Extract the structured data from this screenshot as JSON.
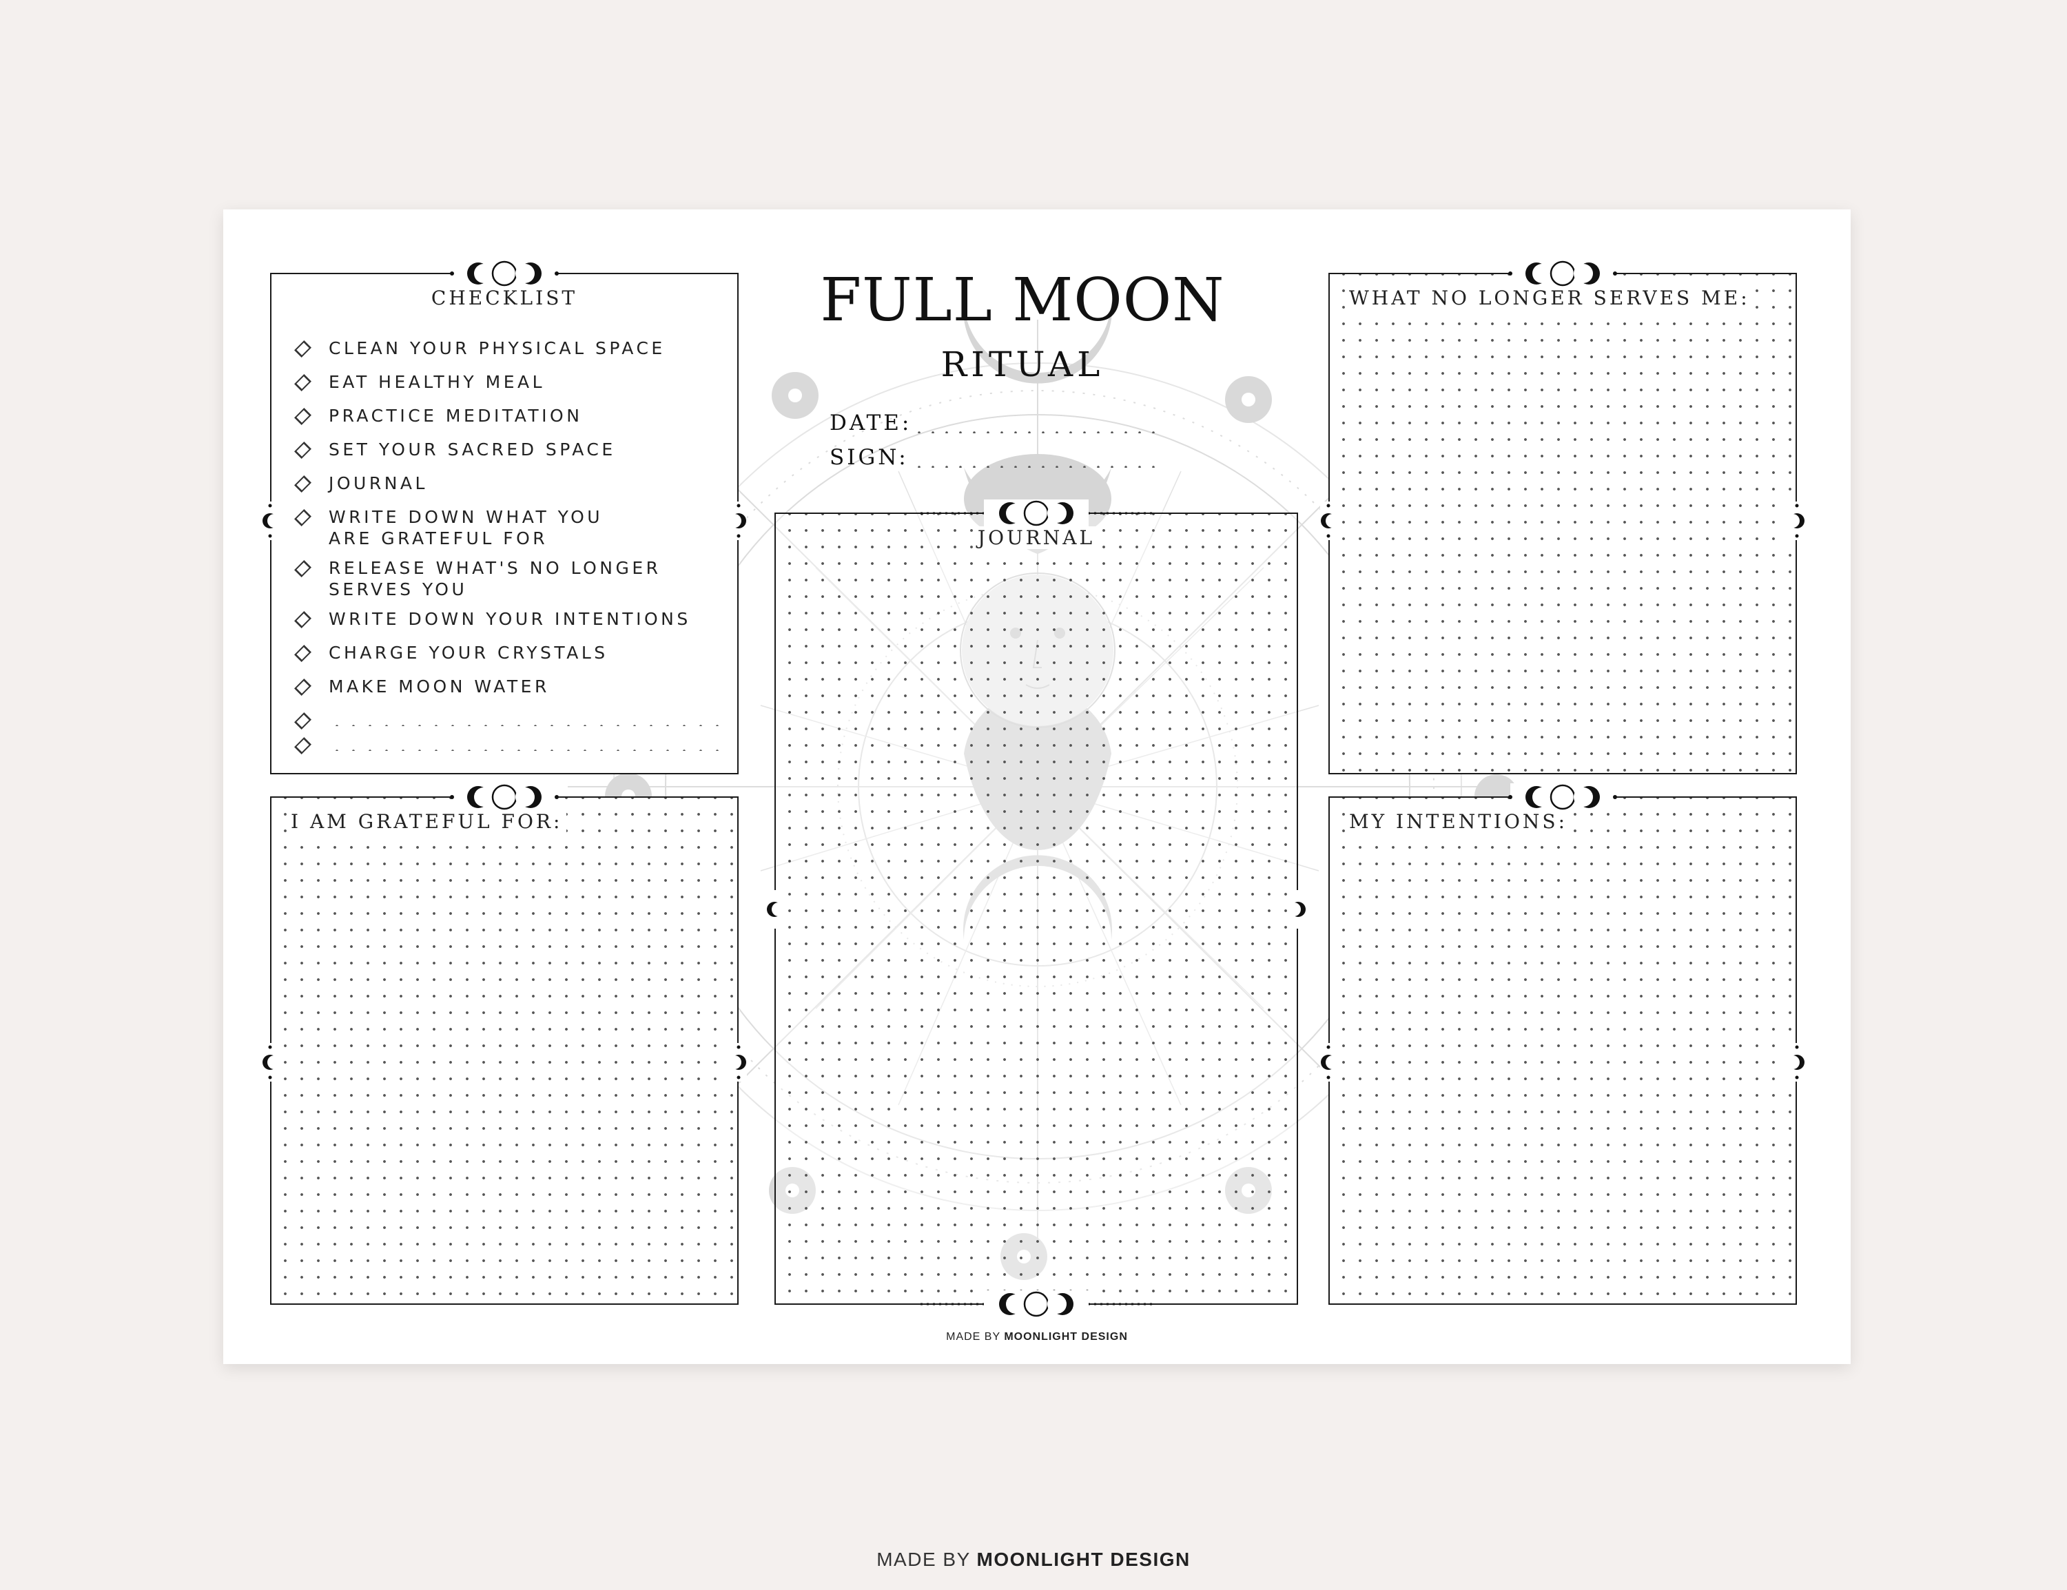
{
  "header": {
    "title": "FULL MOON",
    "subtitle": "RITUAL",
    "date_label": "DATE:",
    "sign_label": "SIGN:"
  },
  "checklist": {
    "title": "CHECKLIST",
    "items": [
      "CLEAN YOUR PHYSICAL SPACE",
      "EAT HEALTHY MEAL",
      "PRACTICE MEDITATION",
      "SET YOUR SACRED SPACE",
      "JOURNAL",
      "WRITE DOWN WHAT YOU ARE GRATEFUL FOR",
      "RELEASE WHAT'S NO LONGER SERVES YOU",
      "WRITE DOWN YOUR INTENTIONS",
      "CHARGE YOUR CRYSTALS",
      "MAKE MOON WATER"
    ]
  },
  "panels": {
    "grateful": "I AM GRATEFUL FOR:",
    "journal": "JOURNAL",
    "no_longer_serves": "WHAT NO LONGER SERVES ME:",
    "intentions": "MY INTENTIONS:"
  },
  "credits": {
    "sheet_prefix": "MADE BY",
    "sheet_brand": "MOONLIGHT  DESIGN",
    "page_prefix": "MADE BY",
    "page_brand": "MOONLIGHT DESIGN"
  },
  "colors": {
    "background": "#f4f0ee",
    "sheet": "#ffffff",
    "ink": "#1a1a1a",
    "art_gray": "#d6d6d6"
  },
  "icons": [
    "triple-moon-icon",
    "crescent-moon-icon",
    "diamond-bullet-icon",
    "star-orb-icon",
    "sun-face-icon"
  ]
}
